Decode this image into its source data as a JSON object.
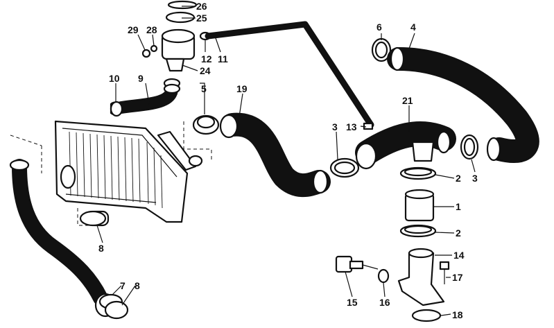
{
  "diagram": {
    "callouts": {
      "c1": "1",
      "c2a": "2",
      "c2b": "2",
      "c3a": "3",
      "c3b": "3",
      "c4": "4",
      "c5": "5",
      "c6": "6",
      "c7": "7",
      "c8a": "8",
      "c8b": "8",
      "c9": "9",
      "c10": "10",
      "c11": "11",
      "c12": "12",
      "c13": "13",
      "c14": "14",
      "c15": "15",
      "c16": "16",
      "c17": "17",
      "c18": "18",
      "c19": "19",
      "c21": "21",
      "c24": "24",
      "c25": "25",
      "c26": "26",
      "c28": "28",
      "c29": "29"
    }
  }
}
